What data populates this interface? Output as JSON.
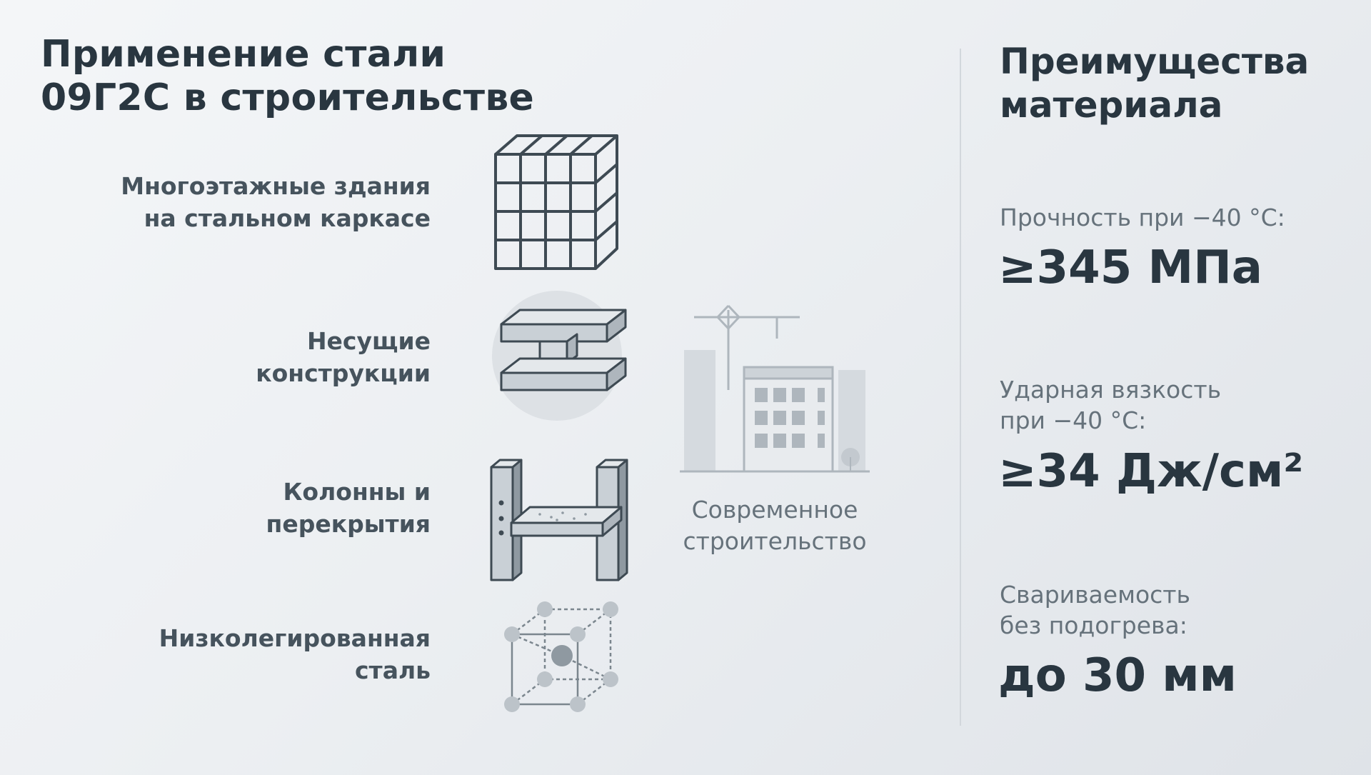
{
  "left": {
    "title": [
      "Применение стали",
      "09Г2С в строительстве"
    ],
    "applications": [
      {
        "lines": [
          "Многоэтажные здания",
          "на стальном каркасе"
        ],
        "icon": "building-frame-icon"
      },
      {
        "lines": [
          "Несущие",
          "конструкции"
        ],
        "icon": "i-beam-icon"
      },
      {
        "lines": [
          "Колонны и",
          "перекрытия"
        ],
        "icon": "columns-slab-icon"
      },
      {
        "lines": [
          "Низколегированная",
          "сталь"
        ],
        "icon": "crystal-lattice-icon"
      }
    ],
    "modern": {
      "lines": [
        "Современное",
        "строительство"
      ],
      "icon": "construction-site-icon"
    }
  },
  "right": {
    "title": [
      "Преимущества",
      "материала"
    ],
    "items": [
      {
        "label": [
          "Прочность при −40 °C:"
        ],
        "value": "≥345 МПа"
      },
      {
        "label": [
          "Ударная вязкость",
          "при −40 °C:"
        ],
        "value": "≥34 Дж/см²"
      },
      {
        "label": [
          "Свариваемость",
          "без подогрева:"
        ],
        "value": "до 30 мм"
      }
    ]
  },
  "colors": {
    "heading": "#293640",
    "text": "#46535d",
    "muted": "#66727b",
    "icon_stroke": "#3e4a53",
    "icon_fill": "#c9d0d6"
  }
}
